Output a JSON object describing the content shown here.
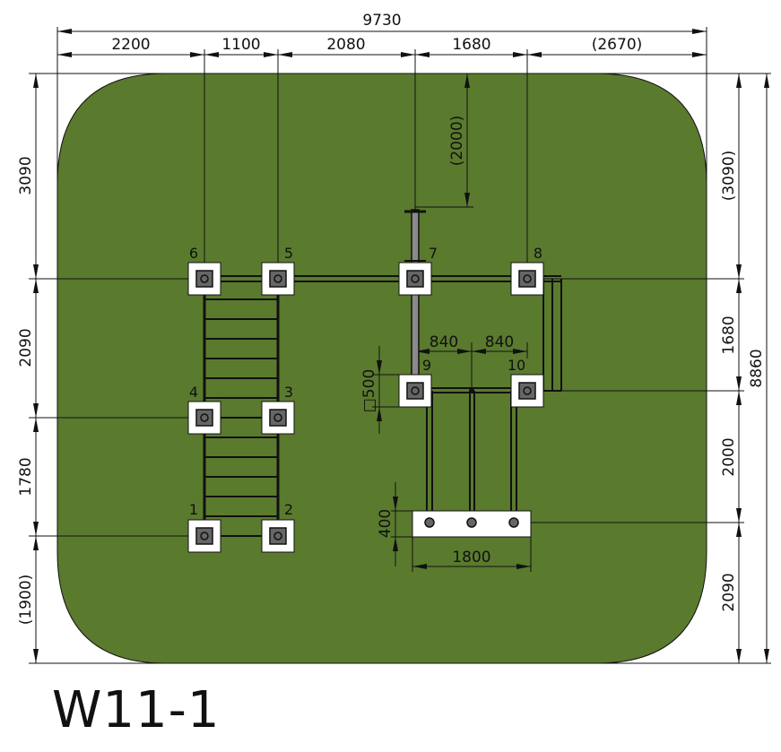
{
  "title": "W11-1",
  "colors": {
    "ground": "#5a7a2e",
    "pad": "#ffffff",
    "post": "#666666",
    "line": "#111111"
  },
  "dimensions": {
    "top_total": "9730",
    "top_segments": [
      "2200",
      "1100",
      "2080",
      "1680",
      "(2670)"
    ],
    "left_segments": [
      "3090",
      "2090",
      "1780",
      "(1900)"
    ],
    "right_segments": [
      "(3090)",
      "1680",
      "2000",
      "2090"
    ],
    "right_total": "8860",
    "vertical_2000": "(2000)",
    "spacing_840_a": "840",
    "spacing_840_b": "840",
    "square_500": "□500",
    "base_400": "400",
    "base_1800": "1800"
  },
  "posts": [
    "1",
    "2",
    "3",
    "4",
    "5",
    "6",
    "7",
    "8",
    "9",
    "10"
  ]
}
